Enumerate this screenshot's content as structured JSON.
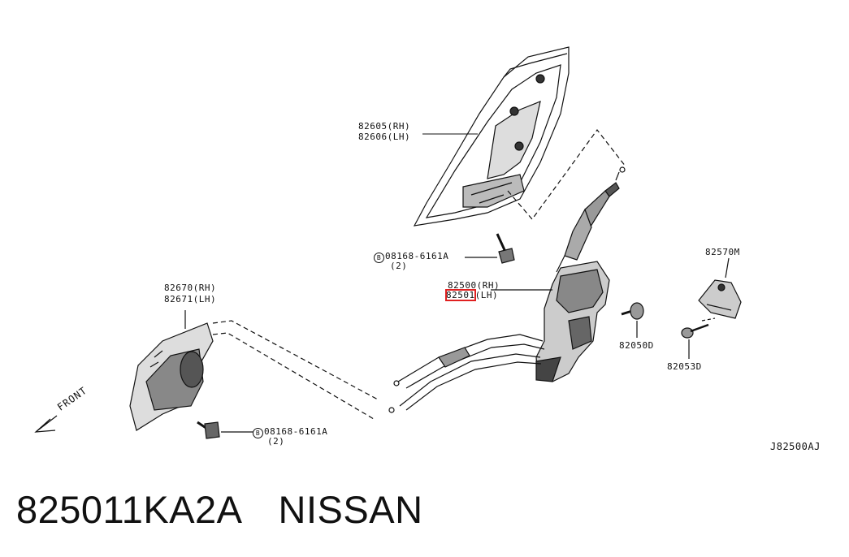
{
  "diagram": {
    "labels": {
      "rear_glass_rh": "82605(RH)",
      "rear_glass_lh": "82606(LH)",
      "bolt_top": "08168-6161A",
      "bolt_top_qty": "(2)",
      "lock_rh": "82500(RH)",
      "lock_lh_number": "82501",
      "lock_lh_side": "(LH)",
      "handle_rh": "82670(RH)",
      "handle_lh": "82671(LH)",
      "bolt_bottom": "08168-6161A",
      "bolt_bottom_qty": "(2)",
      "striker": "82570M",
      "screw_a": "82050D",
      "screw_b": "82053D",
      "front": "FRONT",
      "bolt_marker": "B",
      "figure_code": "J82500AJ"
    }
  },
  "caption": {
    "part_number": "825011KA2A",
    "brand": "NISSAN"
  },
  "colors": {
    "line": "#111111",
    "highlight": "#e02020",
    "background": "#ffffff"
  }
}
